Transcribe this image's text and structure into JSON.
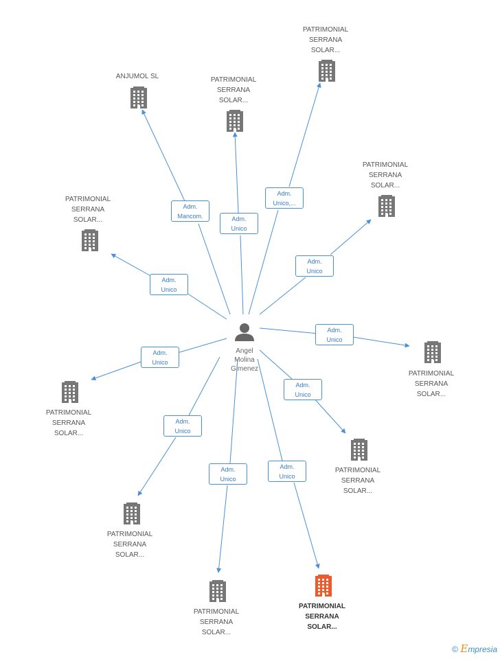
{
  "center": {
    "name": "Angel\nMolina\nGimenez"
  },
  "companies": [
    {
      "name": "ANJUMOL SL",
      "role": "Adm.\nMancom.",
      "color": "#777777",
      "highlight": false
    },
    {
      "name": "PATRIMONIAL\nSERRANA\nSOLAR...",
      "role": "Adm.\nUnico",
      "color": "#777777",
      "highlight": false
    },
    {
      "name": "PATRIMONIAL\nSERRANA\nSOLAR...",
      "role": "Adm.\nUnico,...",
      "color": "#777777",
      "highlight": false
    },
    {
      "name": "PATRIMONIAL\nSERRANA\nSOLAR...",
      "role": "Adm.\nUnico",
      "color": "#777777",
      "highlight": false
    },
    {
      "name": "PATRIMONIAL\nSERRANA\nSOLAR...",
      "role": "Adm.\nUnico",
      "color": "#777777",
      "highlight": false
    },
    {
      "name": "PATRIMONIAL\nSERRANA\nSOLAR...",
      "role": "Adm.\nUnico",
      "color": "#777777",
      "highlight": false
    },
    {
      "name": "PATRIMONIAL\nSERRANA\nSOLAR...",
      "role": "Adm.\nUnico",
      "color": "#777777",
      "highlight": false
    },
    {
      "name": "PATRIMONIAL\nSERRANA\nSOLAR...",
      "role": "Adm.\nUnico",
      "color": "#777777",
      "highlight": false
    },
    {
      "name": "PATRIMONIAL\nSERRANA\nSOLAR...",
      "role": "Adm.\nUnico",
      "color": "#777777",
      "highlight": false
    },
    {
      "name": "PATRIMONIAL\nSERRANA\nSOLAR...",
      "role": "Adm.\nUnico",
      "color": "#777777",
      "highlight": false
    },
    {
      "name": "PATRIMONIAL\nSERRANA\nSOLAR...",
      "role": "Adm.\nUnico",
      "color": "#f05a2a",
      "highlight": true
    }
  ],
  "colors": {
    "edge": "#4a90d9",
    "building": "#777777",
    "highlight": "#f05a2a",
    "person": "#666666"
  },
  "footer": {
    "copyright": "©",
    "brand_initial": "E",
    "brand_rest": "mpresia"
  }
}
